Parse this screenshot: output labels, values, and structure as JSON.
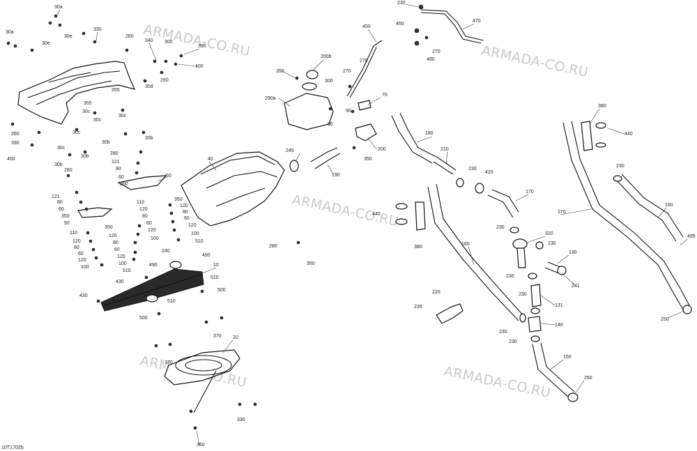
{
  "diagram": {
    "watermark": "ARMADA-CO.RU",
    "drawing_code": "10T1702b",
    "callouts": {
      "c30a_1": "30a",
      "c30a_2": "30a",
      "c30e_1": "30e",
      "c30e_2": "30e",
      "c330": "330",
      "c260_1": "260",
      "c340": "340",
      "c390_1": "390",
      "c300_1": "300",
      "c400_1": "400",
      "c30d": "30d",
      "c260_2": "260",
      "c355_1": "355",
      "c355_2": "355",
      "c30c_1": "30c",
      "c30c_2": "30c",
      "c30c_3": "30c",
      "c30c_4": "30c",
      "c260_3": "260",
      "c390_2": "390",
      "c400_2": "400",
      "c30b_1": "30b",
      "c30b_2": "30b",
      "c30b_3": "30b",
      "c30b_4": "30b",
      "c280_1": "280",
      "c121_1": "121",
      "c80_1": "80",
      "c60_1": "60",
      "c350_1": "350",
      "c50_1": "50",
      "c121_2": "121",
      "c80_2": "80",
      "c60_2": "60",
      "c350_2": "350",
      "c50_2": "50",
      "c280_2": "280",
      "c110_1": "110",
      "c120_1": "120",
      "c80_3": "80",
      "c60_3": "60",
      "c120_2": "120",
      "c100_1": "100",
      "c110_2": "110",
      "c120_3": "120",
      "c80_4": "80",
      "c60_4": "60",
      "c120_4": "120",
      "c100_2": "100",
      "c510_1": "510",
      "c350_3": "350",
      "c120_5": "120",
      "c80_5": "80",
      "c60_5": "60",
      "c120_6": "120",
      "c100_3": "100",
      "c510_2": "510",
      "c350_4": "350",
      "c120_7": "120",
      "c80_6": "80",
      "c60_6": "60",
      "c120_8": "120",
      "c100_4": "100",
      "c510_3": "510",
      "c40": "40",
      "c240": "240",
      "c490_1": "490",
      "c490_2": "490",
      "c10": "10",
      "c430_1": "430",
      "c430_2": "430",
      "c510_4": "510",
      "c500_1": "500",
      "c510_5": "510",
      "c500_2": "500",
      "c370_1": "370",
      "c20": "20",
      "c370_2": "370",
      "c330_2": "330",
      "c360": "360",
      "c350_5": "350",
      "c290b": "290b",
      "c300_2": "300",
      "c290a": "290a",
      "c270_1": "270",
      "c450": "450",
      "c270_2": "270",
      "c90_1": "90",
      "c90_2": "90",
      "c70": "70",
      "c200": "200",
      "c350_6": "350",
      "c245": "245",
      "c190": "190",
      "c280_3": "280",
      "c350_7": "350",
      "c230_1": "230",
      "c460": "460",
      "c270_3": "270",
      "c480": "480",
      "c470": "470",
      "c180": "180",
      "c210": "210",
      "c230_2": "230",
      "c420": "420",
      "c170_1": "170",
      "c440_1": "440",
      "c380_1": "380",
      "c160_1": "160",
      "c230_3": "230",
      "c320": "320",
      "c230_4": "230",
      "c130": "130",
      "c241": "241",
      "c230_5": "230",
      "c230_6": "230",
      "c131": "131",
      "c220": "220",
      "c235": "235",
      "c230_7": "230",
      "c140": "140",
      "c230_8": "230",
      "c150": "150",
      "c250_1": "250",
      "c380_2": "380",
      "c440_2": "440",
      "c230_9": "230",
      "c170_2": "170",
      "c160_2": "160",
      "c495": "495",
      "c250_2": "250"
    }
  }
}
